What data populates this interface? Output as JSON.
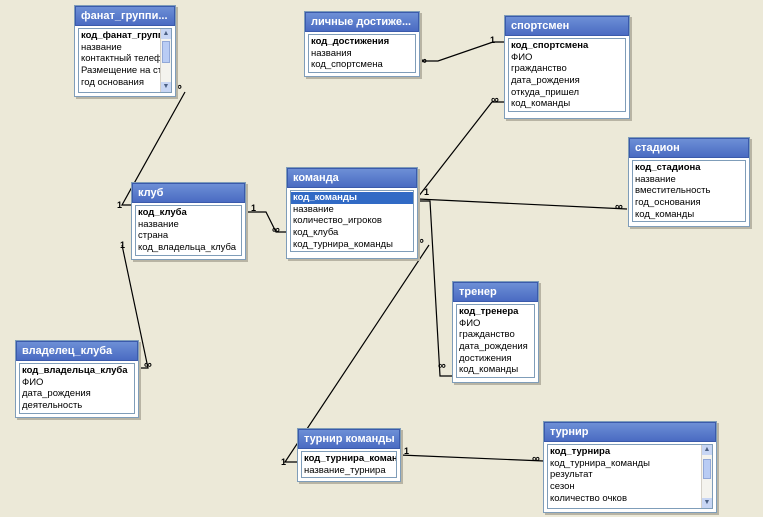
{
  "tables": {
    "fanat": {
      "title": "фанат_группи...",
      "fields": [
        "код_фанат_групп",
        "название",
        "контактный телеф",
        "Размещение на ста",
        "год основания"
      ]
    },
    "dostizh": {
      "title": "личные достиже...",
      "fields": [
        "код_достижения",
        "названия",
        "код_спортсмена"
      ]
    },
    "sportsmen": {
      "title": "спортсмен",
      "fields": [
        "код_спортсмена",
        "ФИО",
        "гражданство",
        "дата_рождения",
        "откуда_пришел",
        "код_команды"
      ]
    },
    "stadion": {
      "title": "стадион",
      "fields": [
        "код_стадиона",
        "название",
        "вместительность",
        "год_основания",
        "код_команды"
      ]
    },
    "klub": {
      "title": "клуб",
      "fields": [
        "код_клуба",
        "название",
        "страна",
        "код_владельца_клуба"
      ]
    },
    "komanda": {
      "title": "команда",
      "fields": [
        "код_команды",
        "название",
        "количество_игроков",
        "код_клуба",
        "код_турнира_команды"
      ]
    },
    "trener": {
      "title": "тренер",
      "fields": [
        "код_тренера",
        "ФИО",
        "гражданство",
        "дата_рождения",
        "достижения",
        "код_команды"
      ]
    },
    "vladelec": {
      "title": "владелец_клуба",
      "fields": [
        "код_владельца_клуба",
        "ФИО",
        "дата_рождения",
        "деятельность"
      ]
    },
    "turnir_komandy": {
      "title": "турнир команды",
      "fields": [
        "код_турнира_команды",
        "название_турнира"
      ]
    },
    "turnir": {
      "title": "турнир",
      "fields": [
        "код_турнира",
        "код_турнира_команды",
        "результат",
        "сезон",
        "количество очков"
      ]
    }
  },
  "symbols": {
    "one": "1",
    "many": "∞"
  },
  "colors": {
    "title_bar": "#4a6bc2",
    "background": "#ece9d8",
    "selection": "#316ac5"
  }
}
